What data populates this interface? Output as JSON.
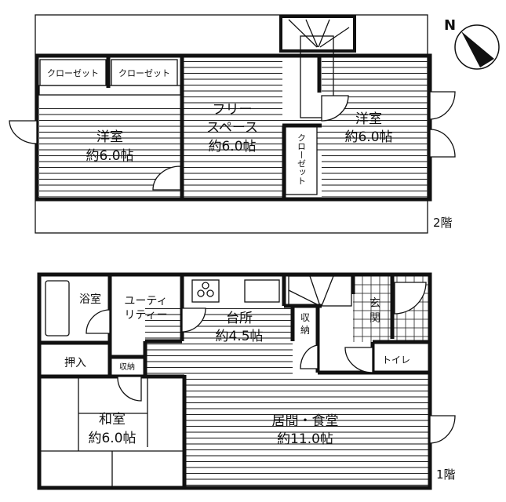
{
  "compass": {
    "north_label": "N"
  },
  "floor2": {
    "floor_label": "2階",
    "rooms": [
      {
        "name": "洋室",
        "size": "約6.0帖"
      },
      {
        "name": "フリー",
        "name2": "スペース",
        "size": "約6.0帖"
      },
      {
        "name": "洋室",
        "size": "約6.0帖"
      }
    ],
    "closets": [
      "クローゼット",
      "クローゼット",
      "クローゼット"
    ]
  },
  "floor1": {
    "floor_label": "1階",
    "bath": "浴室",
    "utility": {
      "line1": "ユーティ",
      "line2": "リティー"
    },
    "kitchen": {
      "name": "台所",
      "size": "約4.5帖"
    },
    "storage_vertical": {
      "line1": "収",
      "line2": "納"
    },
    "entrance": {
      "line1": "玄",
      "line2": "関"
    },
    "toilet": "トイレ",
    "oshiire": "押入",
    "storage_small": "収納",
    "japanese_room": {
      "name": "和室",
      "size": "約6.0帖"
    },
    "living": {
      "name": "居間・食堂",
      "size": "約11.0帖"
    }
  }
}
